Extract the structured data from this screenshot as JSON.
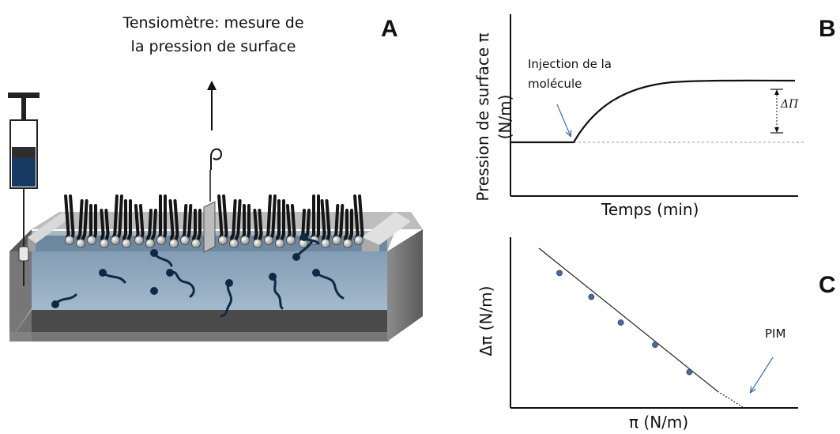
{
  "panel_a": {
    "letter": "A",
    "tensiometer_caption": "Tensiomètre: mesure de la pression de surface"
  },
  "panel_b": {
    "letter": "B",
    "y_label": "Pression de surface π (N/m)",
    "x_label": "Temps (min)",
    "injection_label": "Injection de la molécule",
    "delta_label": "ΔΠ"
  },
  "panel_c": {
    "letter": "C",
    "y_label": "Δπ (N/m)",
    "x_label": "π (N/m)",
    "pim_label": "PIM"
  },
  "colors": {
    "water": "#8fa9c0",
    "trough": "#6b6b6b",
    "lipid_tail": "#151515",
    "lipid_head": "#d9d9d9",
    "molecule": "#0e2a47",
    "data_point": "#4a6a9a",
    "arrow_blue": "#3f6fb3"
  },
  "chart_data": [
    {
      "type": "line",
      "title": "",
      "xlabel": "Temps (min)",
      "ylabel": "Pression de surface π (N/m)",
      "series": [
        {
          "values": [
            0.0,
            0.0,
            0.0,
            0.45,
            0.7,
            0.85,
            0.93,
            0.97,
            0.99,
            1.0,
            1.0
          ]
        }
      ],
      "annotations": [
        "Injection de la molécule",
        "ΔΠ"
      ],
      "grid": false
    },
    {
      "type": "scatter",
      "title": "",
      "xlabel": "π (N/m)",
      "ylabel": "Δπ (N/m)",
      "series": [
        {
          "x": [
            0.2,
            0.33,
            0.45,
            0.59,
            0.73
          ],
          "y": [
            0.79,
            0.65,
            0.5,
            0.37,
            0.21
          ]
        }
      ],
      "trendline": true,
      "annotations": [
        "PIM"
      ],
      "grid": false
    }
  ]
}
